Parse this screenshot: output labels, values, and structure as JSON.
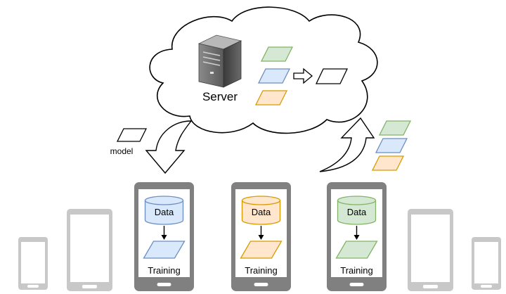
{
  "cloud": {
    "server_label": "Server",
    "aggregation": {
      "inputs": [
        {
          "color": "green",
          "fill": "#d5e8d4",
          "stroke": "#82b366"
        },
        {
          "color": "blue",
          "fill": "#dae8fc",
          "stroke": "#6c8ebf"
        },
        {
          "color": "orange",
          "fill": "#ffe6cc",
          "stroke": "#d79b00"
        }
      ],
      "output": {
        "color": "white",
        "fill": "#ffffff",
        "stroke": "#000000"
      }
    }
  },
  "download": {
    "label": "model"
  },
  "upload": {
    "models": [
      {
        "color": "green",
        "fill": "#d5e8d4",
        "stroke": "#82b366"
      },
      {
        "color": "blue",
        "fill": "#dae8fc",
        "stroke": "#6c8ebf"
      },
      {
        "color": "orange",
        "fill": "#ffe6cc",
        "stroke": "#d79b00"
      }
    ]
  },
  "devices": [
    {
      "data_label": "Data",
      "training_label": "Training",
      "color": "blue",
      "fill": "#dae8fc",
      "stroke": "#6c8ebf"
    },
    {
      "data_label": "Data",
      "training_label": "Training",
      "color": "orange",
      "fill": "#ffe6cc",
      "stroke": "#d79b00"
    },
    {
      "data_label": "Data",
      "training_label": "Training",
      "color": "green",
      "fill": "#d5e8d4",
      "stroke": "#82b366"
    }
  ],
  "colors": {
    "phone_body": "#808080",
    "phone_faded": "#c8c8c8",
    "server_dark": "#4d4d4d"
  }
}
